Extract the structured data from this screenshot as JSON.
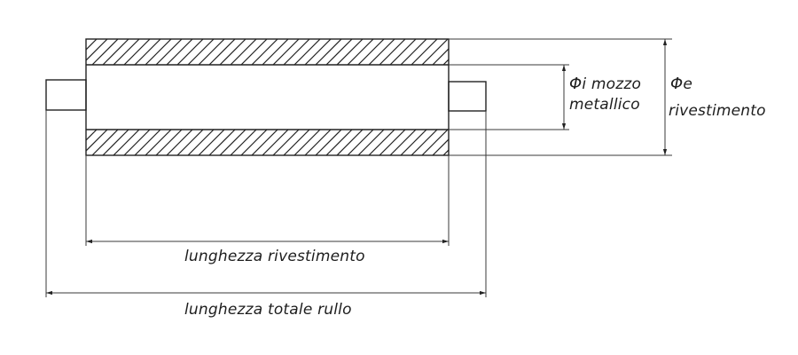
{
  "diagram": {
    "labels": {
      "inner_diameter_symbol": "Φ",
      "inner_diameter_line1": "i mozzo",
      "inner_diameter_line2": "metallico",
      "outer_diameter_symbol": "Φ",
      "outer_diameter_line1": "e",
      "outer_diameter_line2": "rivestimento",
      "coating_length": "lunghezza rivestimento",
      "total_length": "lunghezza totale rullo"
    },
    "colors": {
      "ink": "#222222",
      "background": "#ffffff"
    }
  }
}
